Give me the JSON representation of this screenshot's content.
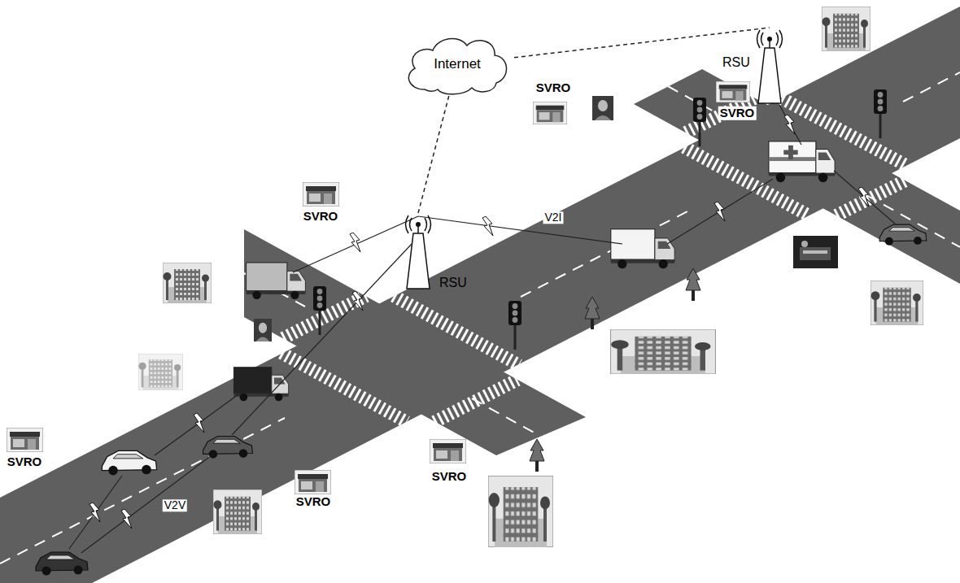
{
  "diagram": {
    "nodes": [
      {
        "text": [
          "Internet"
        ]
      },
      {
        "text": [
          "RSU"
        ]
      },
      {
        "text": [
          "RSU"
        ]
      }
    ],
    "edges": [
      {
        "from": 0,
        "to": 1,
        "arrow": "none"
      },
      {
        "from": 0,
        "to": 2,
        "arrow": "none"
      }
    ],
    "labels": [
      "SVRO",
      "SVRO",
      "SVRO",
      "V2I",
      "SVRO",
      "SVRO",
      "SVRO",
      "V2V"
    ]
  }
}
